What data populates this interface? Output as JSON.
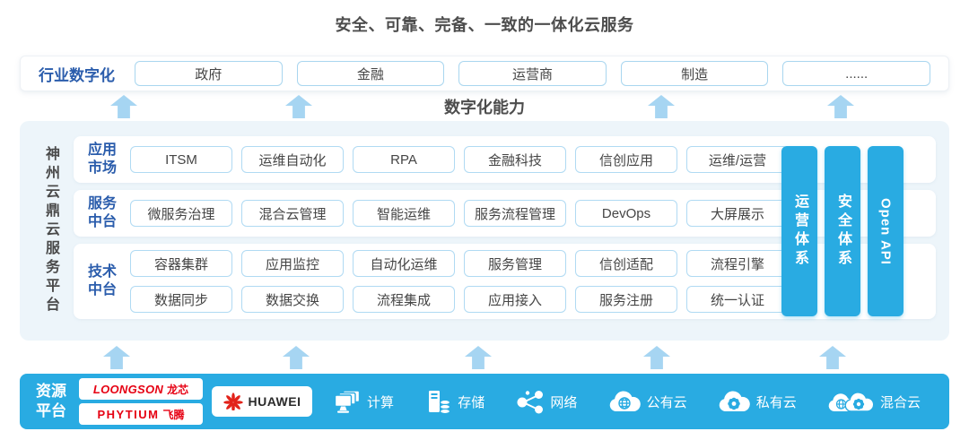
{
  "title": "安全、可靠、完备、一致的一体化云服务",
  "industry_row": {
    "label": "行业数字化",
    "items": [
      "政府",
      "金融",
      "运营商",
      "制造",
      "......"
    ]
  },
  "capability_label": "数字化能力",
  "platform": {
    "title": "神州云鼎云服务平台",
    "rows": [
      {
        "label": "应用\n市场",
        "items": [
          "ITSM",
          "运维自动化",
          "RPA",
          "金融科技",
          "信创应用",
          "运维/运营"
        ]
      },
      {
        "label": "服务\n中台",
        "items": [
          "微服务治理",
          "混合云管理",
          "智能运维",
          "服务流程管理",
          "DevOps",
          "大屏展示"
        ]
      },
      {
        "label": "技术\n中台",
        "lines": [
          [
            "容器集群",
            "应用监控",
            "自动化运维",
            "服务管理",
            "信创适配",
            "流程引擎"
          ],
          [
            "数据同步",
            "数据交换",
            "流程集成",
            "应用接入",
            "服务注册",
            "统一认证"
          ]
        ]
      }
    ],
    "pillars": [
      "运营体系",
      "安全体系",
      "Open API"
    ]
  },
  "resource_bar": {
    "label": "资源\n平台",
    "vendors": {
      "loongson_en": "LOONGSON",
      "loongson_cn": "龙芯",
      "phytium_en": "PHYTIUM",
      "phytium_cn": "飞腾",
      "huawei": "HUAWEI"
    },
    "items": [
      {
        "icon": "compute-icon",
        "label": "计算"
      },
      {
        "icon": "storage-icon",
        "label": "存储"
      },
      {
        "icon": "network-icon",
        "label": "网络"
      },
      {
        "icon": "public-cloud-icon",
        "label": "公有云"
      },
      {
        "icon": "private-cloud-icon",
        "label": "私有云"
      },
      {
        "icon": "hybrid-cloud-icon",
        "label": "混合云"
      }
    ]
  },
  "colors": {
    "accent_blue": "#29abe2",
    "arrow_blue": "#a6d5f2",
    "panel_bg": "#edf5fa",
    "box_border": "#b0daf3",
    "heading_blue": "#2b5dac",
    "text_dark": "#4d4d4d",
    "brand_red": "#e60012"
  }
}
